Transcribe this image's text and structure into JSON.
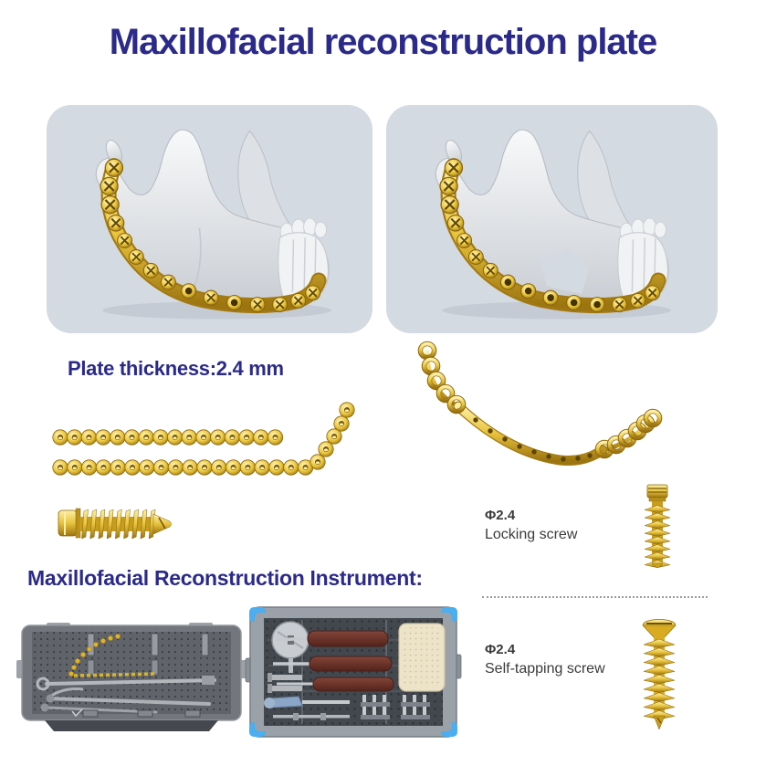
{
  "colors": {
    "accent_navy": "#2b2a8a",
    "panel_bg": "#d3dae1",
    "gold": "#e7c23c",
    "label_gray": "#3b3b3b"
  },
  "header": {
    "title": "Maxillofacial reconstruction plate"
  },
  "gallery": {
    "panels": [
      {
        "name": "mandible-with-reconstruction-plate-intact"
      },
      {
        "name": "mandible-with-reconstruction-plate-bridging-defect"
      }
    ]
  },
  "plates": {
    "thickness_label": "Plate thickness:2.4 mm",
    "straight_plate_holes": 16,
    "angled_plate_holes": 23,
    "curved_plate_holes": 20
  },
  "screws": {
    "locking": {
      "diameter": "Φ2.4",
      "name": "Locking screw"
    },
    "self_tapping": {
      "diameter": "Φ2.4",
      "name": "Self-tapping screw"
    }
  },
  "instruments": {
    "title": "Maxillofacial Reconstruction Instrument:",
    "trays": [
      {
        "name": "plate-and-bender-sterilization-tray"
      },
      {
        "name": "screwdriver-instrument-case"
      }
    ]
  }
}
